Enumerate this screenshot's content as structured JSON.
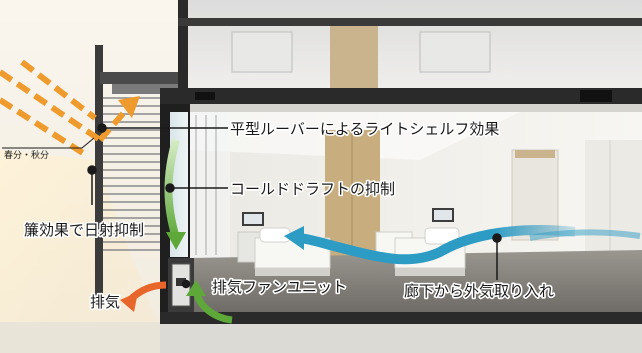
{
  "labels": {
    "light_shelf": "平型ルーバーによるライトシェルフ効果",
    "season": "春分・秋分",
    "cold_draft": "コールドドラフトの抑制",
    "sunshade": "簾効果で日射抑制",
    "exhaust": "排気",
    "exhaust_fan": "排気ファンユニット",
    "corridor_air": "廊下から外気取り入れ"
  },
  "colors": {
    "sun_arrow": "#ef9a2c",
    "air_arrow": "#2d9cc4",
    "exhaust_arrow": "#e8662a",
    "green_arrow": "#5ea83a",
    "structure": "#2a2a2a"
  },
  "icons": {
    "sun_rays": "dashed-sun-ray-arrow",
    "air_flow": "blue-air-flow-arrow",
    "exhaust_flow": "orange-exhaust-arrow",
    "cold_draft_flow": "green-draft-arrow"
  }
}
